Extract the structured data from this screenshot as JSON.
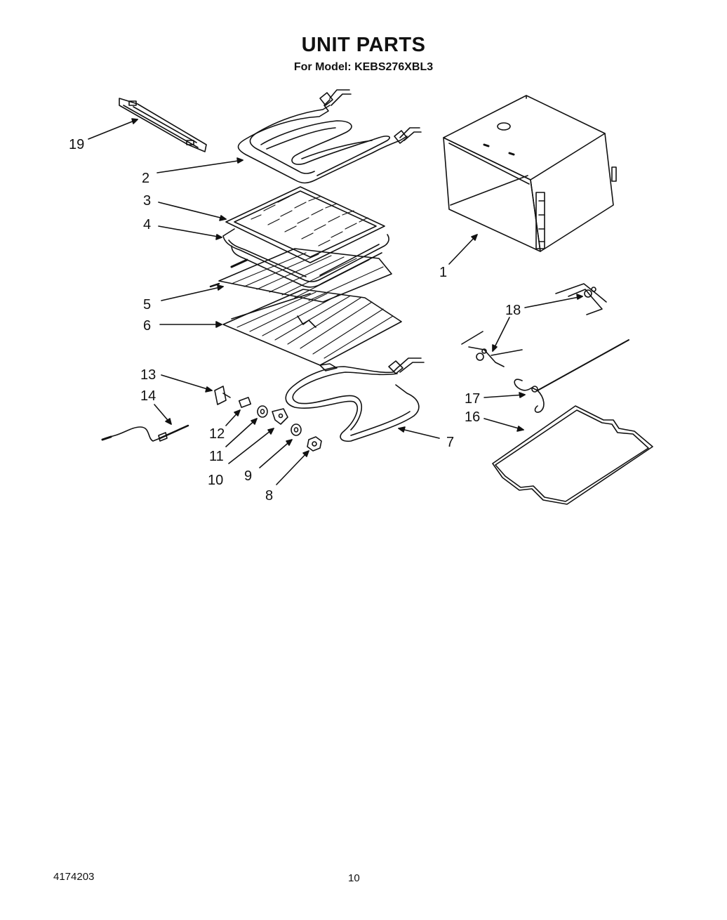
{
  "title": "UNIT PARTS",
  "subtitle": "For Model: KEBS276XBL3",
  "footer": {
    "doc_number": "4174203",
    "page_number": "10"
  },
  "callouts": [
    "1",
    "2",
    "3",
    "4",
    "5",
    "6",
    "7",
    "8",
    "9",
    "10",
    "11",
    "12",
    "13",
    "14",
    "16",
    "17",
    "18",
    "19"
  ],
  "parts": [
    {
      "id": "1",
      "name": "oven-cavity"
    },
    {
      "id": "2",
      "name": "broil-element"
    },
    {
      "id": "3",
      "name": "broiler-pan-grid"
    },
    {
      "id": "4",
      "name": "broiler-pan"
    },
    {
      "id": "5",
      "name": "oven-rack-upper"
    },
    {
      "id": "6",
      "name": "oven-rack-lower"
    },
    {
      "id": "7",
      "name": "bake-element"
    },
    {
      "id": "8",
      "name": "nut"
    },
    {
      "id": "9",
      "name": "washer"
    },
    {
      "id": "10",
      "name": "bracket"
    },
    {
      "id": "11",
      "name": "washer"
    },
    {
      "id": "12",
      "name": "insulator"
    },
    {
      "id": "13",
      "name": "clip"
    },
    {
      "id": "14",
      "name": "temperature-sensor"
    },
    {
      "id": "16",
      "name": "rotisserie-frame"
    },
    {
      "id": "17",
      "name": "rotisserie-spit"
    },
    {
      "id": "18",
      "name": "rotisserie-forks"
    },
    {
      "id": "19",
      "name": "bracket-bar"
    }
  ]
}
